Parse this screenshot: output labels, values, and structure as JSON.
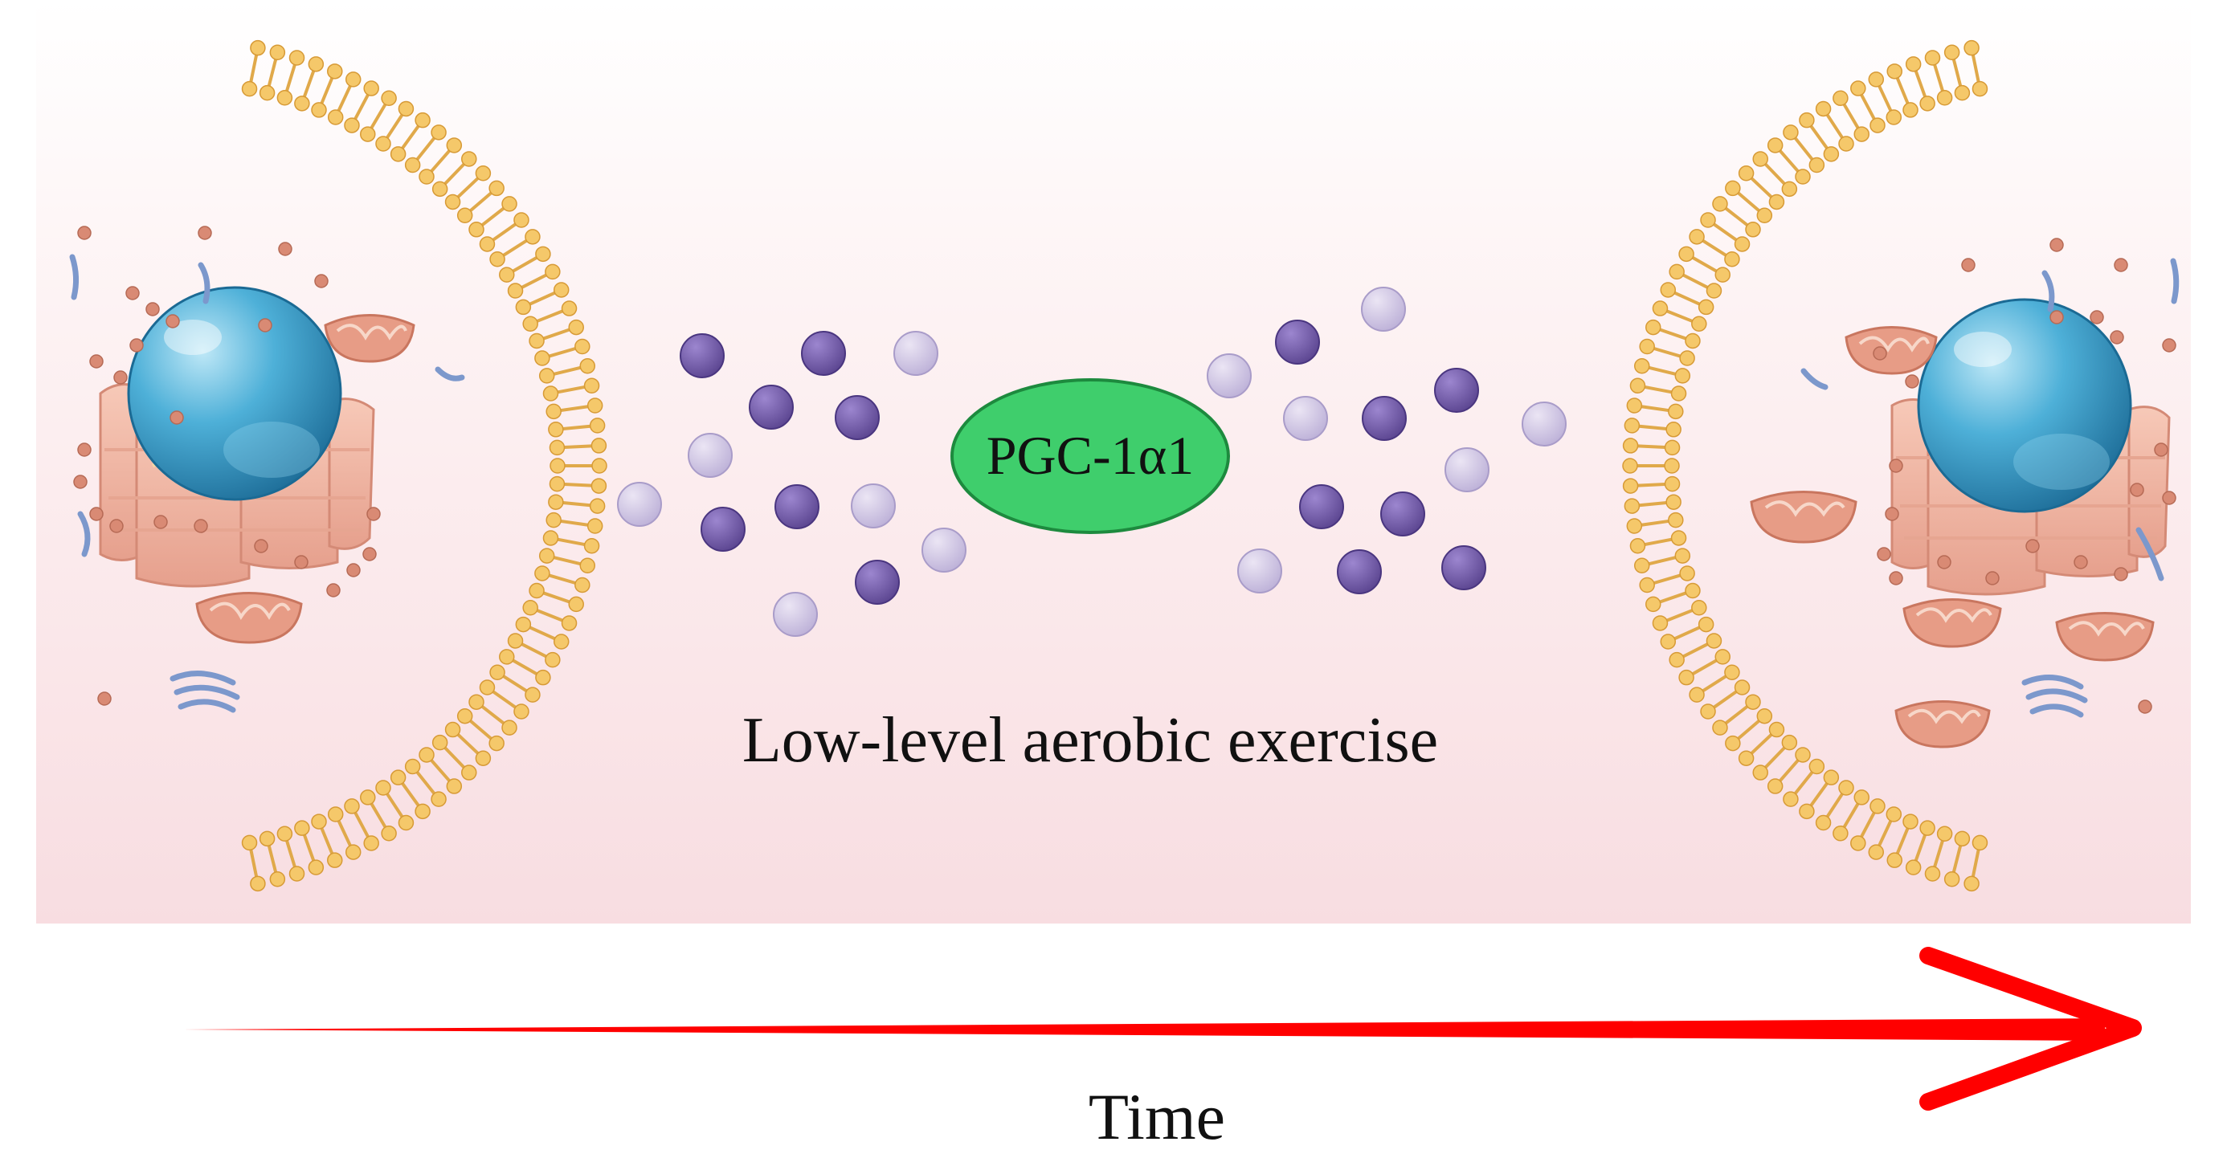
{
  "labels": {
    "pgc": "PGC-1α1",
    "exercise": "Low-level aerobic exercise",
    "time": "Time"
  },
  "colors": {
    "background_top": "#ffffff",
    "background_bottom": "#f8dfe2",
    "membrane_head": "#f5c86a",
    "membrane_tail": "#e9b24d",
    "nucleus": "#4aa9d2",
    "er_golgi": "#f0b6a4",
    "mitochondria_outer": "#e79c86",
    "mitochondria_inner": "#f3d0c2",
    "vesicle": "#d98a74",
    "golgi_blue": "#7c98cc",
    "dot_dark": "#7a62b0",
    "dot_light": "#cdc3e2",
    "pgc_fill": "#3fce6c",
    "pgc_stroke": "#1d8a3e",
    "time_arrow": "#ff0000"
  }
}
